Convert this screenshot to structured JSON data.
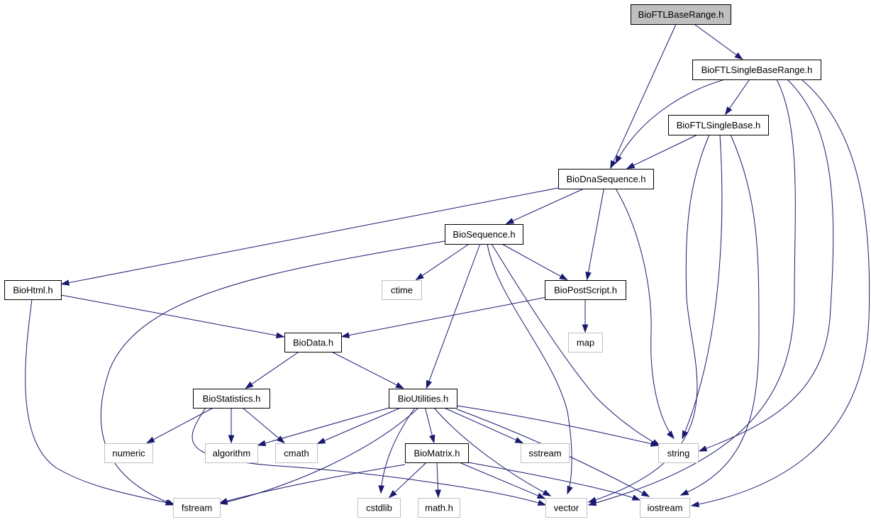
{
  "diagram": {
    "nodes": [
      {
        "id": "root",
        "label": "BioFTLBaseRange.h",
        "kind": "root"
      },
      {
        "id": "singlebaserange",
        "label": "BioFTLSingleBaseRange.h",
        "kind": "local"
      },
      {
        "id": "singlebase",
        "label": "BioFTLSingleBase.h",
        "kind": "local"
      },
      {
        "id": "dnaseq",
        "label": "BioDnaSequence.h",
        "kind": "local"
      },
      {
        "id": "seq",
        "label": "BioSequence.h",
        "kind": "local"
      },
      {
        "id": "html",
        "label": "BioHtml.h",
        "kind": "local"
      },
      {
        "id": "ctime",
        "label": "ctime",
        "kind": "system"
      },
      {
        "id": "postscript",
        "label": "BioPostScript.h",
        "kind": "local"
      },
      {
        "id": "data",
        "label": "BioData.h",
        "kind": "local"
      },
      {
        "id": "map",
        "label": "map",
        "kind": "system"
      },
      {
        "id": "stats",
        "label": "BioStatistics.h",
        "kind": "local"
      },
      {
        "id": "utils",
        "label": "BioUtilities.h",
        "kind": "local"
      },
      {
        "id": "numeric",
        "label": "numeric",
        "kind": "system"
      },
      {
        "id": "algorithm",
        "label": "algorithm",
        "kind": "system"
      },
      {
        "id": "cmath",
        "label": "cmath",
        "kind": "system"
      },
      {
        "id": "matrix",
        "label": "BioMatrix.h",
        "kind": "local"
      },
      {
        "id": "sstream",
        "label": "sstream",
        "kind": "system"
      },
      {
        "id": "string",
        "label": "string",
        "kind": "system"
      },
      {
        "id": "fstream",
        "label": "fstream",
        "kind": "system"
      },
      {
        "id": "cstdlib",
        "label": "cstdlib",
        "kind": "system"
      },
      {
        "id": "mathh",
        "label": "math.h",
        "kind": "system"
      },
      {
        "id": "vector",
        "label": "vector",
        "kind": "system"
      },
      {
        "id": "iostream",
        "label": "iostream",
        "kind": "system"
      }
    ],
    "edges": [
      {
        "from": "root",
        "to": "singlebaserange"
      },
      {
        "from": "root",
        "to": "dnaseq"
      },
      {
        "from": "singlebaserange",
        "to": "dnaseq"
      },
      {
        "from": "singlebaserange",
        "to": "singlebase"
      },
      {
        "from": "singlebaserange",
        "to": "vector"
      },
      {
        "from": "singlebaserange",
        "to": "string"
      },
      {
        "from": "singlebaserange",
        "to": "iostream"
      },
      {
        "from": "singlebase",
        "to": "dnaseq"
      },
      {
        "from": "singlebase",
        "to": "vector"
      },
      {
        "from": "singlebase",
        "to": "string"
      },
      {
        "from": "singlebase",
        "to": "iostream"
      },
      {
        "from": "dnaseq",
        "to": "html"
      },
      {
        "from": "dnaseq",
        "to": "seq"
      },
      {
        "from": "dnaseq",
        "to": "postscript"
      },
      {
        "from": "dnaseq",
        "to": "string"
      },
      {
        "from": "seq",
        "to": "fstream"
      },
      {
        "from": "seq",
        "to": "ctime"
      },
      {
        "from": "seq",
        "to": "postscript"
      },
      {
        "from": "seq",
        "to": "utils"
      },
      {
        "from": "seq",
        "to": "vector"
      },
      {
        "from": "seq",
        "to": "string"
      },
      {
        "from": "html",
        "to": "data"
      },
      {
        "from": "html",
        "to": "fstream"
      },
      {
        "from": "postscript",
        "to": "data"
      },
      {
        "from": "postscript",
        "to": "map"
      },
      {
        "from": "data",
        "to": "stats"
      },
      {
        "from": "data",
        "to": "utils"
      },
      {
        "from": "stats",
        "to": "numeric"
      },
      {
        "from": "stats",
        "to": "algorithm"
      },
      {
        "from": "stats",
        "to": "cmath"
      },
      {
        "from": "stats",
        "to": "vector"
      },
      {
        "from": "utils",
        "to": "algorithm"
      },
      {
        "from": "utils",
        "to": "cmath"
      },
      {
        "from": "utils",
        "to": "fstream"
      },
      {
        "from": "utils",
        "to": "cstdlib"
      },
      {
        "from": "utils",
        "to": "matrix"
      },
      {
        "from": "utils",
        "to": "vector"
      },
      {
        "from": "utils",
        "to": "sstream"
      },
      {
        "from": "utils",
        "to": "string"
      },
      {
        "from": "utils",
        "to": "iostream"
      },
      {
        "from": "matrix",
        "to": "fstream"
      },
      {
        "from": "matrix",
        "to": "cstdlib"
      },
      {
        "from": "matrix",
        "to": "mathh"
      },
      {
        "from": "matrix",
        "to": "vector"
      },
      {
        "from": "matrix",
        "to": "iostream"
      }
    ]
  },
  "colors": {
    "edge": "#191970",
    "root_fill": "#bfbfbf",
    "local_border": "#000000",
    "system_border": "#bfbfbf"
  }
}
